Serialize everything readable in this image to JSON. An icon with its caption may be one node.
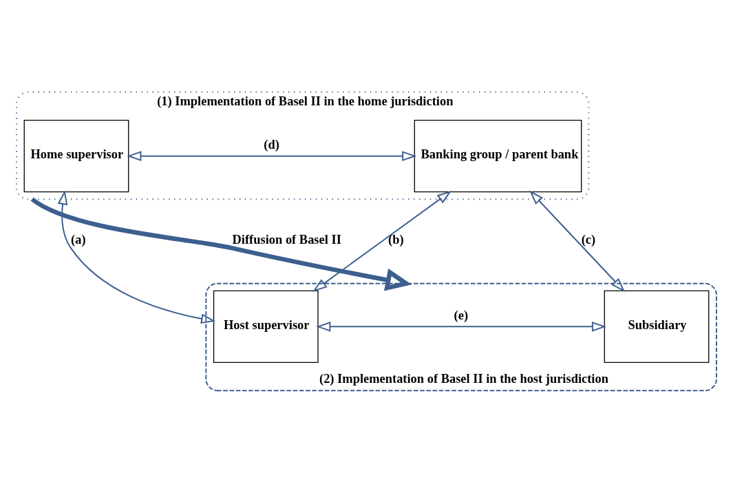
{
  "diagram": {
    "nodes": [
      {
        "text": [
          "(1) Implementation of Basel II in the home jurisdiction"
        ]
      },
      {
        "text": [
          "Home supervisor"
        ],
        "in": 0
      },
      {
        "text": [
          "Banking group / parent bank"
        ],
        "in": 0
      },
      {
        "text": [
          "(2) Implementation of Basel II in the host jurisdiction"
        ]
      },
      {
        "text": [
          "Host supervisor"
        ],
        "in": 3
      },
      {
        "text": [
          "Subsidiary"
        ],
        "in": 3
      }
    ],
    "edges": [
      {
        "from": 0,
        "to": 3,
        "arrow": "to",
        "label": "Diffusion of Basel II",
        "style": "thick"
      },
      {
        "from": 1,
        "to": 2,
        "arrow": "both",
        "label": "(d)"
      },
      {
        "from": 1,
        "to": 4,
        "arrow": "both",
        "label": "(a)"
      },
      {
        "from": 4,
        "to": 2,
        "arrow": "both",
        "label": "(b)"
      },
      {
        "from": 2,
        "to": 5,
        "arrow": "both",
        "label": "(c)"
      },
      {
        "from": 4,
        "to": 5,
        "arrow": "both",
        "label": "(e)"
      }
    ]
  }
}
